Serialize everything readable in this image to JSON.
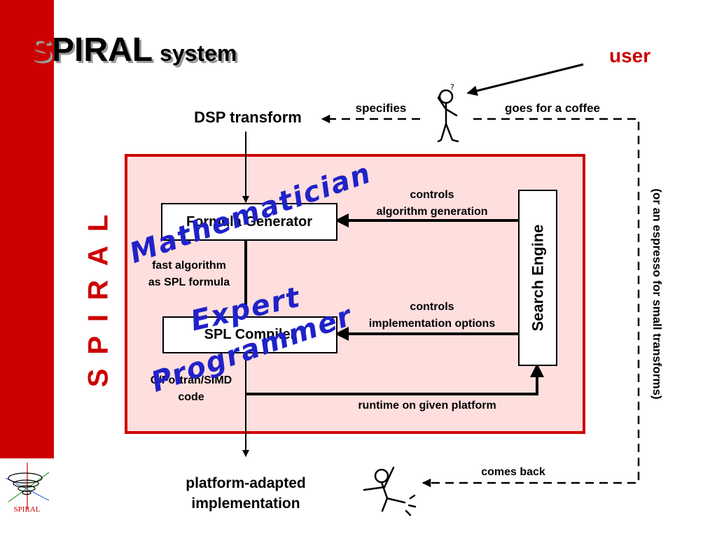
{
  "slide": {
    "title_s": "S",
    "title_piral": "PIRAL",
    "title_system": "system",
    "spiral_vertical": "SPIRAL",
    "logo_text": "SPIRAL"
  },
  "diagram": {
    "user_label": "user",
    "dsp_transform": "DSP transform",
    "specifies": "specifies",
    "goes_for_coffee": "goes for a coffee",
    "espresso_note": "(or an espresso for small transforms)",
    "formula_generator": "Formula Generator",
    "spl_compiler": "SPL Compiler",
    "search_engine": "Search Engine",
    "controls_algo_line1": "controls",
    "controls_algo_line2": "algorithm generation",
    "controls_impl_line1": "controls",
    "controls_impl_line2": "implementation options",
    "fast_algo_line1": "fast algorithm",
    "fast_algo_line2": "as SPL formula",
    "code_line1": "C/Fortran/SIMD",
    "code_line2": "code",
    "runtime": "runtime on given platform",
    "platform_line1": "platform-adapted",
    "platform_line2": "implementation",
    "comes_back": "comes back"
  },
  "handwritten": {
    "mathematician": "Mathematician",
    "expert": "Expert",
    "programmer": "Programmer"
  },
  "colors": {
    "accent_red": "#cc0000",
    "box_fill": "#ffdede",
    "handwriting_blue": "#1f22c8"
  },
  "icons": [
    "thinking-stick-figure-icon",
    "celebrating-stick-figure-icon",
    "spiral-logo-icon"
  ]
}
